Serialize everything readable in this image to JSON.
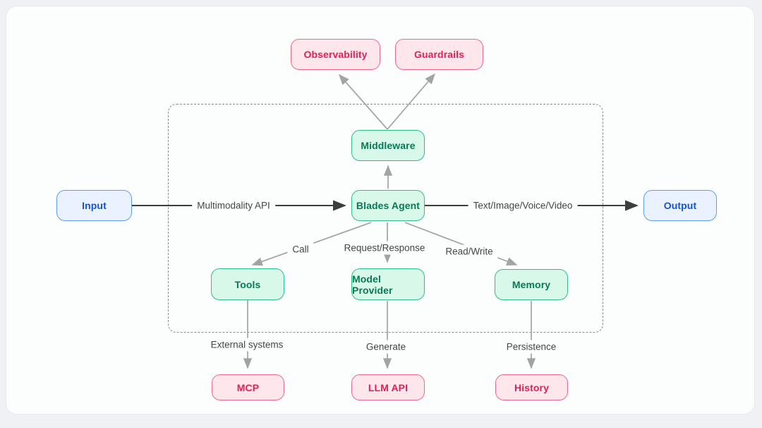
{
  "diagram": {
    "boundary": {
      "name": "agent-boundary"
    },
    "nodes": {
      "observability": {
        "label": "Observability",
        "type": "pink"
      },
      "guardrails": {
        "label": "Guardrails",
        "type": "pink"
      },
      "middleware": {
        "label": "Middleware",
        "type": "green"
      },
      "blades_agent": {
        "label": "Blades Agent",
        "type": "green"
      },
      "input": {
        "label": "Input",
        "type": "blue"
      },
      "output": {
        "label": "Output",
        "type": "blue"
      },
      "tools": {
        "label": "Tools",
        "type": "green"
      },
      "model_provider": {
        "label": "Model Provider",
        "type": "green"
      },
      "memory": {
        "label": "Memory",
        "type": "green"
      },
      "mcp": {
        "label": "MCP",
        "type": "pink"
      },
      "llm_api": {
        "label": "LLM API",
        "type": "pink"
      },
      "history": {
        "label": "History",
        "type": "pink"
      }
    },
    "edges": [
      {
        "from": "input",
        "to": "blades_agent",
        "label": "Multimodality API"
      },
      {
        "from": "blades_agent",
        "to": "output",
        "label": "Text/Image/Voice/Video"
      },
      {
        "from": "blades_agent",
        "to": "middleware",
        "label": ""
      },
      {
        "from": "middleware",
        "to": "observability",
        "label": ""
      },
      {
        "from": "middleware",
        "to": "guardrails",
        "label": ""
      },
      {
        "from": "blades_agent",
        "to": "tools",
        "label": "Call"
      },
      {
        "from": "blades_agent",
        "to": "model_provider",
        "label": "Request/Response"
      },
      {
        "from": "blades_agent",
        "to": "memory",
        "label": "Read/Write"
      },
      {
        "from": "tools",
        "to": "mcp",
        "label": "External systems"
      },
      {
        "from": "model_provider",
        "to": "llm_api",
        "label": "Generate"
      },
      {
        "from": "memory",
        "to": "history",
        "label": "Persistence"
      }
    ]
  },
  "colors": {
    "page_bg": "#f0f1f4",
    "card_bg": "#fcfdfd",
    "dash_border": "#878d95",
    "line_gray": "#a3a3a3",
    "line_dark": "#3d3d3d",
    "label_text": "#454545",
    "pink_bg": "#fde7ec",
    "pink_border": "#f2688c",
    "pink_text": "#e61e55",
    "green_bg": "#d8f8ea",
    "green_border": "#2ebd8b",
    "green_text": "#067a55",
    "blue_bg": "#e9f2fe",
    "blue_border": "#5d9cf8",
    "blue_text": "#1553d6"
  }
}
